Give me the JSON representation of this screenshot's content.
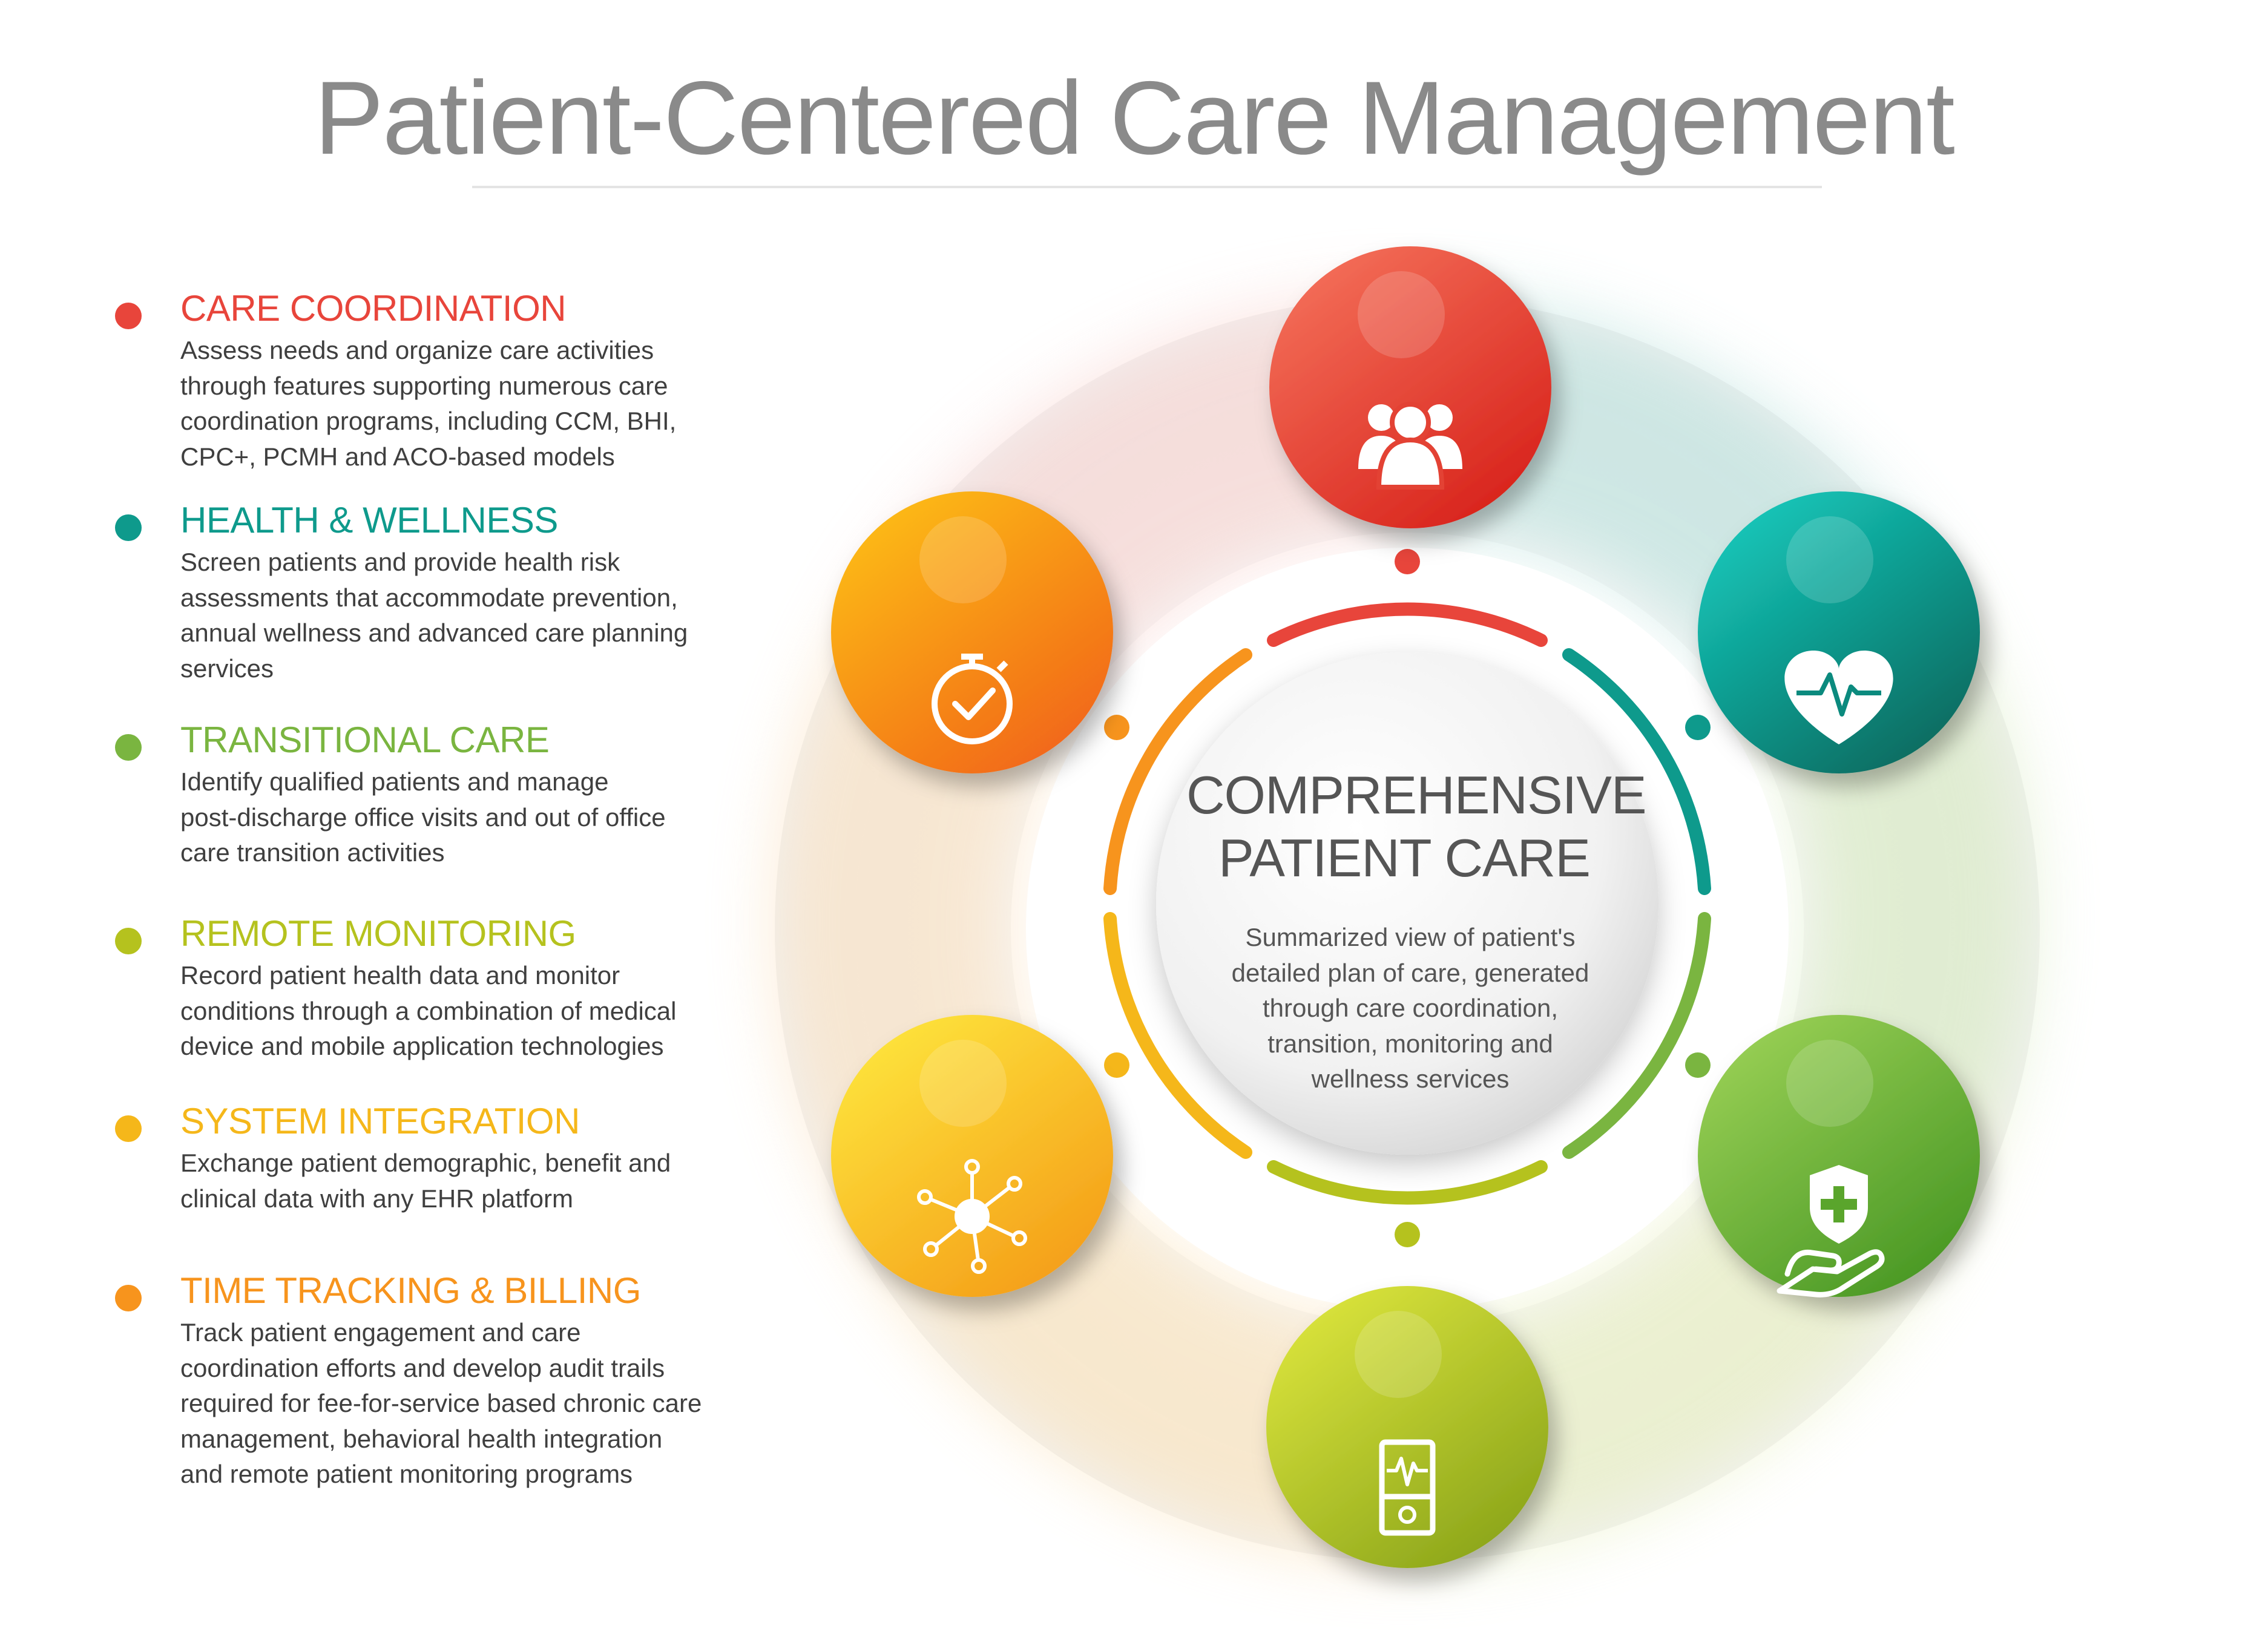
{
  "title": "Patient-Centered Care Management",
  "colors": {
    "red": "#e8453b",
    "teal": "#0e9a8c",
    "green": "#7ab540",
    "lime": "#b5c21e",
    "yellow": "#f5b71a",
    "orange": "#f7941d",
    "title_gray": "#8a8a8a"
  },
  "items": [
    {
      "heading": "CARE COORDINATION",
      "color": "#e8453b",
      "lines": [
        "Assess needs and organize care activities",
        "through features supporting numerous care",
        "coordination programs, including CCM, BHI,",
        "CPC+, PCMH and ACO-based models"
      ]
    },
    {
      "heading": "HEALTH & WELLNESS",
      "color": "#0e9a8c",
      "lines": [
        "Screen patients and provide health risk",
        "assessments that accommodate prevention,",
        "annual wellness and advanced care planning",
        "services"
      ]
    },
    {
      "heading": "TRANSITIONAL CARE",
      "color": "#7ab540",
      "lines": [
        "Identify qualified patients and manage",
        "post-discharge office visits and out of office",
        "care transition activities"
      ]
    },
    {
      "heading": "REMOTE MONITORING",
      "color": "#b5c21e",
      "lines": [
        "Record patient health data and monitor",
        "conditions through a combination of medical",
        "device and mobile application technologies"
      ]
    },
    {
      "heading": "SYSTEM INTEGRATION",
      "color": "#f5b71a",
      "lines": [
        "Exchange patient demographic, benefit and",
        "clinical data with any EHR platform"
      ]
    },
    {
      "heading": "TIME TRACKING & BILLING",
      "color": "#f7941d",
      "lines": [
        "Track patient engagement and care",
        "coordination efforts and develop audit trails",
        "required for fee-for-service based chronic care",
        "management, behavioral health integration",
        "and remote patient monitoring programs"
      ]
    }
  ],
  "center": {
    "title_line1": "COMPREHENSIVE",
    "title_line2": "PATIENT CARE",
    "desc_lines": [
      "Summarized view of patient's",
      "detailed plan of care, generated",
      "through care coordination,",
      "transition, monitoring and",
      "wellness services"
    ]
  },
  "nodes": [
    {
      "icon": "people-group-icon",
      "colors": [
        "#f26a55",
        "#d9261e"
      ]
    },
    {
      "icon": "heart-pulse-icon",
      "colors": [
        "#14c2b5",
        "#0a6e63"
      ]
    },
    {
      "icon": "shield-cross-hand-icon",
      "colors": [
        "#94cc52",
        "#4c9a26"
      ]
    },
    {
      "icon": "monitor-device-icon",
      "colors": [
        "#d6e03a",
        "#8fa81c"
      ]
    },
    {
      "icon": "network-hub-icon",
      "colors": [
        "#fde03a",
        "#f5a11a"
      ]
    },
    {
      "icon": "stopwatch-check-icon",
      "colors": [
        "#fcb715",
        "#f26a1a"
      ]
    }
  ]
}
